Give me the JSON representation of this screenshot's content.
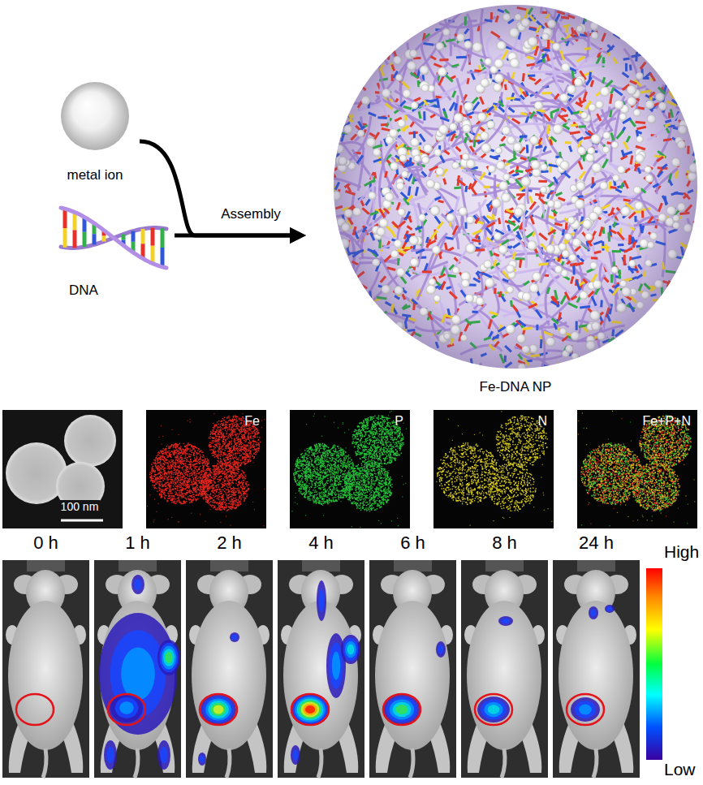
{
  "diagram": {
    "nodes": [
      {
        "text": [
          "metal ion"
        ]
      },
      {
        "text": [
          "DNA"
        ]
      },
      {
        "text": [
          "Fe-DNA NP"
        ]
      }
    ],
    "edges": [
      {
        "from": 0,
        "to": 2,
        "arrow": "to",
        "label": "Assembly"
      },
      {
        "from": 1,
        "to": 2,
        "arrow": "to"
      }
    ],
    "labels": [
      "100 nm",
      "Fe",
      "P",
      "N",
      "Fe+P+N",
      "0 h",
      "1 h",
      "2 h",
      "4 h",
      "6 h",
      "8 h",
      "24 h",
      "High",
      "Low"
    ]
  }
}
